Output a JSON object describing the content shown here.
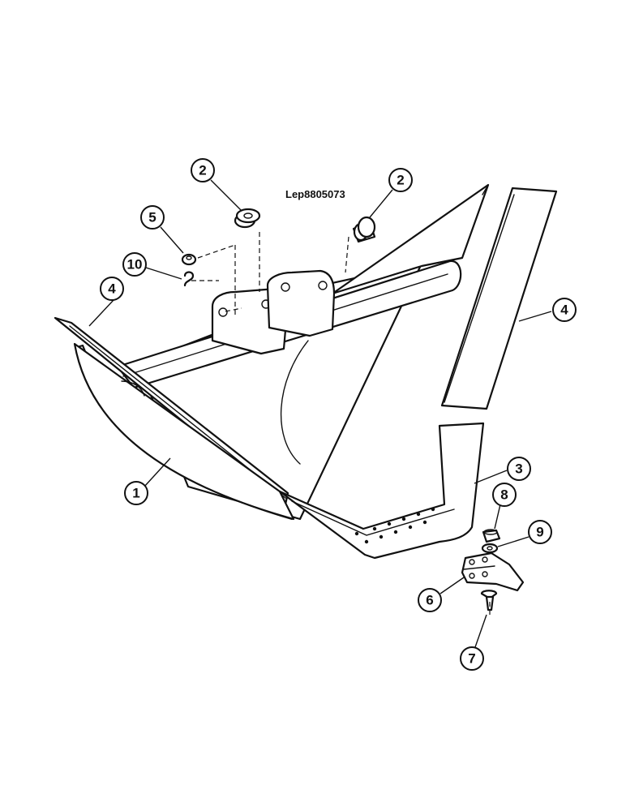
{
  "drawing_reference": "Lep8805073",
  "callouts": [
    {
      "id": "c1",
      "label": "1"
    },
    {
      "id": "c2a",
      "label": "2"
    },
    {
      "id": "c2b",
      "label": "2"
    },
    {
      "id": "c3",
      "label": "3"
    },
    {
      "id": "c4a",
      "label": "4"
    },
    {
      "id": "c4b",
      "label": "4"
    },
    {
      "id": "c5",
      "label": "5"
    },
    {
      "id": "c6",
      "label": "6"
    },
    {
      "id": "c7",
      "label": "7"
    },
    {
      "id": "c8",
      "label": "8"
    },
    {
      "id": "c9",
      "label": "9"
    },
    {
      "id": "c10",
      "label": "10"
    }
  ]
}
